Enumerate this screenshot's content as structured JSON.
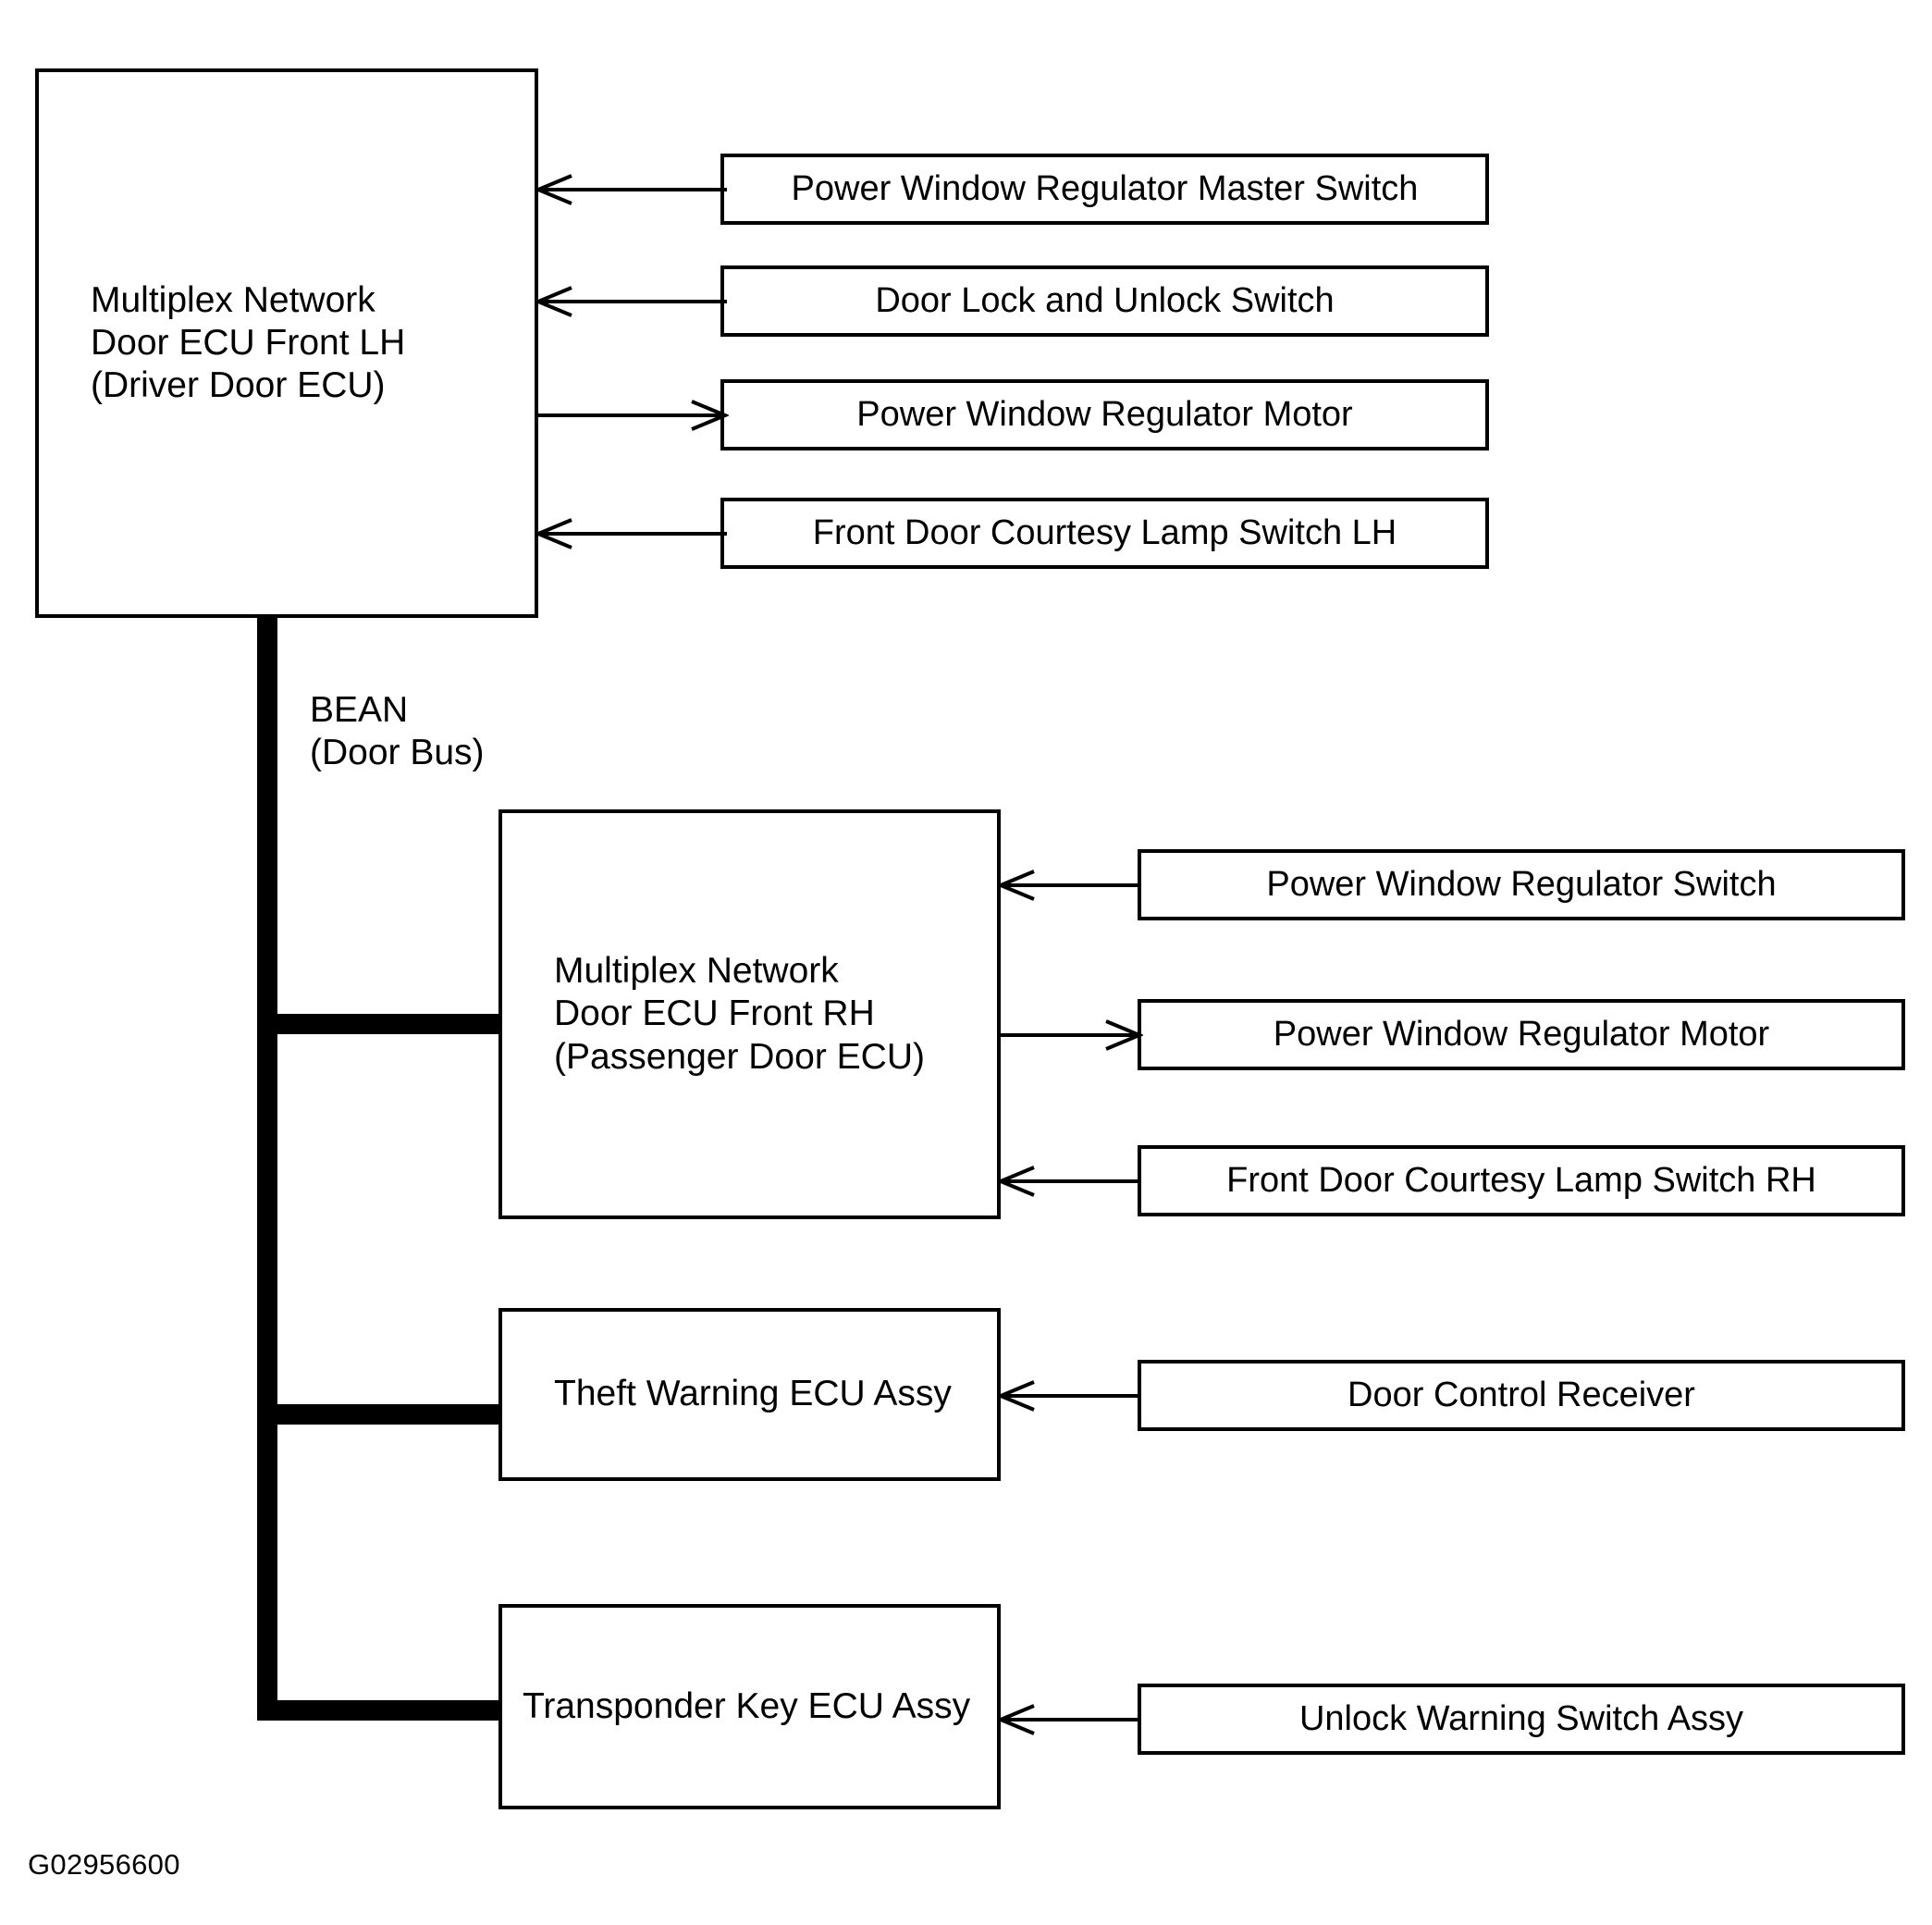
{
  "diagram": {
    "figure_id": "G02956600",
    "bus": {
      "label": "BEAN\n(Door Bus)"
    },
    "ecus": [
      {
        "id": "door-ecu-front-lh",
        "label": "Multiplex Network\nDoor ECU Front LH\n(Driver Door ECU)"
      },
      {
        "id": "door-ecu-front-rh",
        "label": "Multiplex Network\nDoor ECU Front RH\n(Passenger Door ECU)"
      },
      {
        "id": "theft-warning-ecu-assy",
        "label": "Theft Warning ECU Assy"
      },
      {
        "id": "transponder-key-ecu-assy",
        "label": "Transponder Key ECU Assy"
      }
    ],
    "peripherals": [
      {
        "id": "power-window-regulator-master-switch",
        "label": "Power Window Regulator Master Switch",
        "direction": "to-ecu",
        "connects_to": "door-ecu-front-lh"
      },
      {
        "id": "door-lock-and-unlock-switch",
        "label": "Door Lock and Unlock Switch",
        "direction": "to-ecu",
        "connects_to": "door-ecu-front-lh"
      },
      {
        "id": "power-window-regulator-motor-lh",
        "label": "Power Window Regulator Motor",
        "direction": "from-ecu",
        "connects_to": "door-ecu-front-lh"
      },
      {
        "id": "front-door-courtesy-lamp-switch-lh",
        "label": "Front Door Courtesy Lamp Switch LH",
        "direction": "to-ecu",
        "connects_to": "door-ecu-front-lh"
      },
      {
        "id": "power-window-regulator-switch",
        "label": "Power Window Regulator Switch",
        "direction": "to-ecu",
        "connects_to": "door-ecu-front-rh"
      },
      {
        "id": "power-window-regulator-motor-rh",
        "label": "Power Window Regulator Motor",
        "direction": "from-ecu",
        "connects_to": "door-ecu-front-rh"
      },
      {
        "id": "front-door-courtesy-lamp-switch-rh",
        "label": "Front Door Courtesy Lamp Switch RH",
        "direction": "to-ecu",
        "connects_to": "door-ecu-front-rh"
      },
      {
        "id": "door-control-receiver",
        "label": "Door Control Receiver",
        "direction": "to-ecu",
        "connects_to": "theft-warning-ecu-assy"
      },
      {
        "id": "unlock-warning-switch-assy",
        "label": "Unlock Warning Switch Assy",
        "direction": "to-ecu",
        "connects_to": "transponder-key-ecu-assy"
      }
    ],
    "colors": {
      "line": "#000000",
      "background": "#ffffff"
    }
  }
}
